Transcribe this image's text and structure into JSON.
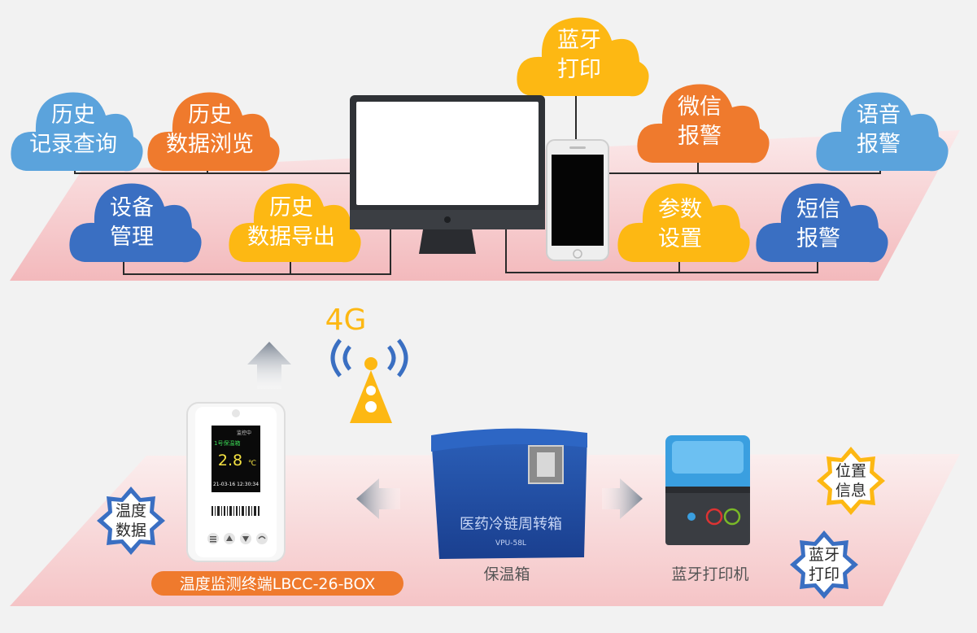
{
  "clouds": {
    "history_query": {
      "line1": "历史",
      "line2": "记录查询"
    },
    "history_browse": {
      "line1": "历史",
      "line2": "数据浏览"
    },
    "device_mgmt": {
      "line1": "设备",
      "line2": "管理"
    },
    "history_export": {
      "line1": "历史",
      "line2": "数据导出"
    },
    "bt_print": {
      "line1": "蓝牙",
      "line2": "打印"
    },
    "wechat_alarm": {
      "line1": "微信",
      "line2": "报警"
    },
    "voice_alarm": {
      "line1": "语音",
      "line2": "报警"
    },
    "param_set": {
      "line1": "参数",
      "line2": "设置"
    },
    "sms_alarm": {
      "line1": "短信",
      "line2": "报警"
    }
  },
  "signal": {
    "label": "4G"
  },
  "terminal": {
    "box_name": "1号保温箱",
    "temperature": "2.8",
    "unit": "℃",
    "datetime": "21-03-16 12:30:34",
    "status": "监控中",
    "name_label": "温度监测终端LBCC-26-BOX"
  },
  "cooler": {
    "label": "保温箱",
    "print_text": "医药冷链周转箱",
    "model": "VPU-58L"
  },
  "printer": {
    "label": "蓝牙打印机"
  },
  "badges": {
    "temp_data": {
      "line1": "温度",
      "line2": "数据"
    },
    "location": {
      "line1": "位置",
      "line2": "信息"
    },
    "bt_print": {
      "line1": "蓝牙",
      "line2": "打印"
    }
  },
  "colors": {
    "blue_light": "#5ba3dc",
    "blue_dark": "#3a6fc2",
    "orange": "#ef7a2d",
    "yellow": "#fdb813",
    "platform": "#f6c9cb",
    "label_orange": "#ef7a2d"
  }
}
